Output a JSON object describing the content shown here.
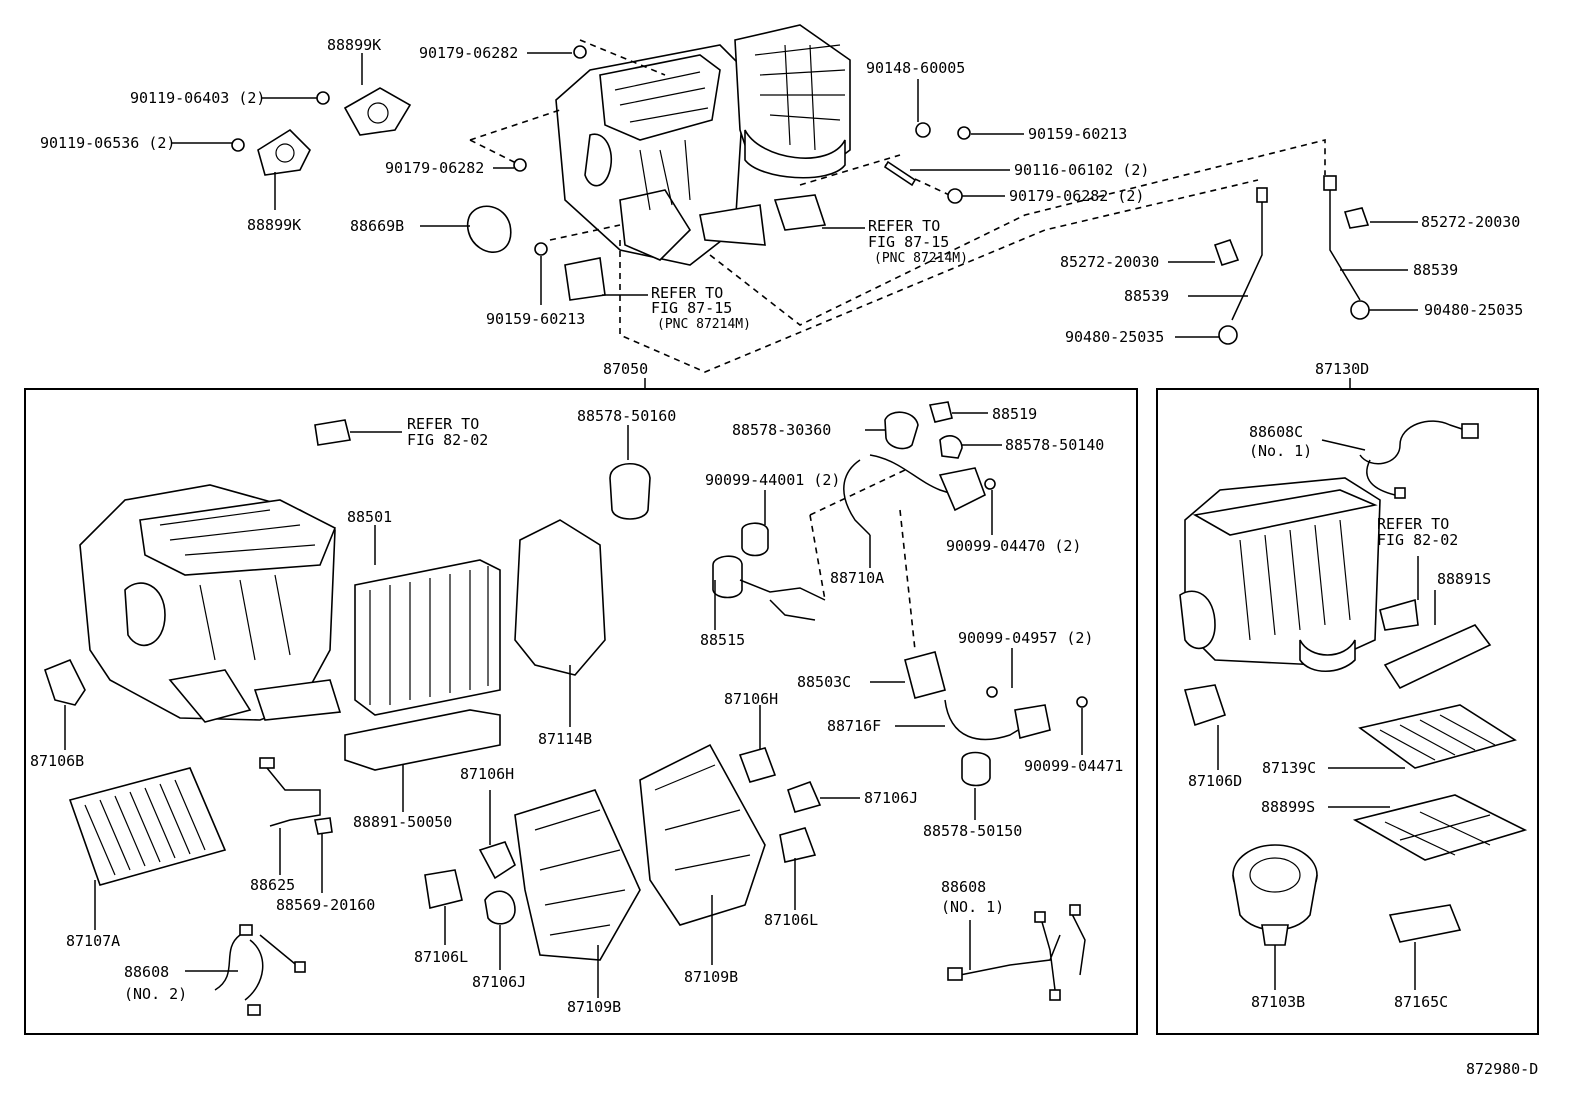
{
  "callouts": {
    "c88899K_top": "88899K",
    "c90179_06282_a": "90179-06282",
    "c90119_06403": "90119-06403 (2)",
    "c90119_06536": "90119-06536 (2)",
    "c90179_06282_b": "90179-06282",
    "c88899K_bottom": "88899K",
    "c88669B": "88669B",
    "c90148_60005": "90148-60005",
    "c90159_60213_a": "90159-60213",
    "c90116_06102": "90116-06102 (2)",
    "c90179_06282_c": "90179-06282 (2)",
    "c90159_60213_b": "90159-60213",
    "c85272_20030_a": "85272-20030",
    "c85272_20030_b": "85272-20030",
    "c88539_a": "88539",
    "c88539_b": "88539",
    "c90480_25035_a": "90480-25035",
    "c90480_25035_b": "90480-25035",
    "c87050": "87050",
    "c87130D": "87130D",
    "c88578_50160": "88578-50160",
    "c88578_30360": "88578-30360",
    "c88519": "88519",
    "c88578_50140": "88578-50140",
    "c90099_44001": "90099-44001 (2)",
    "c90099_04470": "90099-04470 (2)",
    "c88501": "88501",
    "c88710A": "88710A",
    "c88515": "88515",
    "c90099_04957": "90099-04957 (2)",
    "c88503C": "88503C",
    "c88716F": "88716F",
    "c90099_04471": "90099-04471",
    "c88578_50150": "88578-50150",
    "c87114B": "87114B",
    "c87106B": "87106B",
    "c88891_50050": "88891-50050",
    "c87106H_a": "87106H",
    "c87106H_b": "87106H",
    "c87106J_a": "87106J",
    "c87106J_b": "87106J",
    "c87106L_a": "87106L",
    "c87106L_b": "87106L",
    "c88625": "88625",
    "c88569_20160": "88569-20160",
    "c87107A": "87107A",
    "c88608_no2": "88608",
    "c88608_no2_sub": "(NO. 2)",
    "c87109B_a": "87109B",
    "c87109B_b": "87109B",
    "c88608_no1": "88608",
    "c88608_no1_sub": "(NO. 1)",
    "c88608C": "88608C",
    "c88608C_sub": "(No. 1)",
    "c88891S": "88891S",
    "c87106D": "87106D",
    "c87139C": "87139C",
    "c88899S": "88899S",
    "c87103B": "87103B",
    "c87165C": "87165C",
    "diagram_id": "872980-D"
  },
  "refer_notes": {
    "r87_15_a_1": "REFER TO",
    "r87_15_a_2": "FIG 87-15",
    "r87_15_a_3": "(PNC 87214M)",
    "r87_15_b_1": "REFER TO",
    "r87_15_b_2": "FIG 87-15",
    "r87_15_b_3": "(PNC 87214M)",
    "r82_02_a_1": "REFER TO",
    "r82_02_a_2": "FIG 82-02",
    "r82_02_b_1": "REFER TO",
    "r82_02_b_2": "FIG 82-02"
  }
}
